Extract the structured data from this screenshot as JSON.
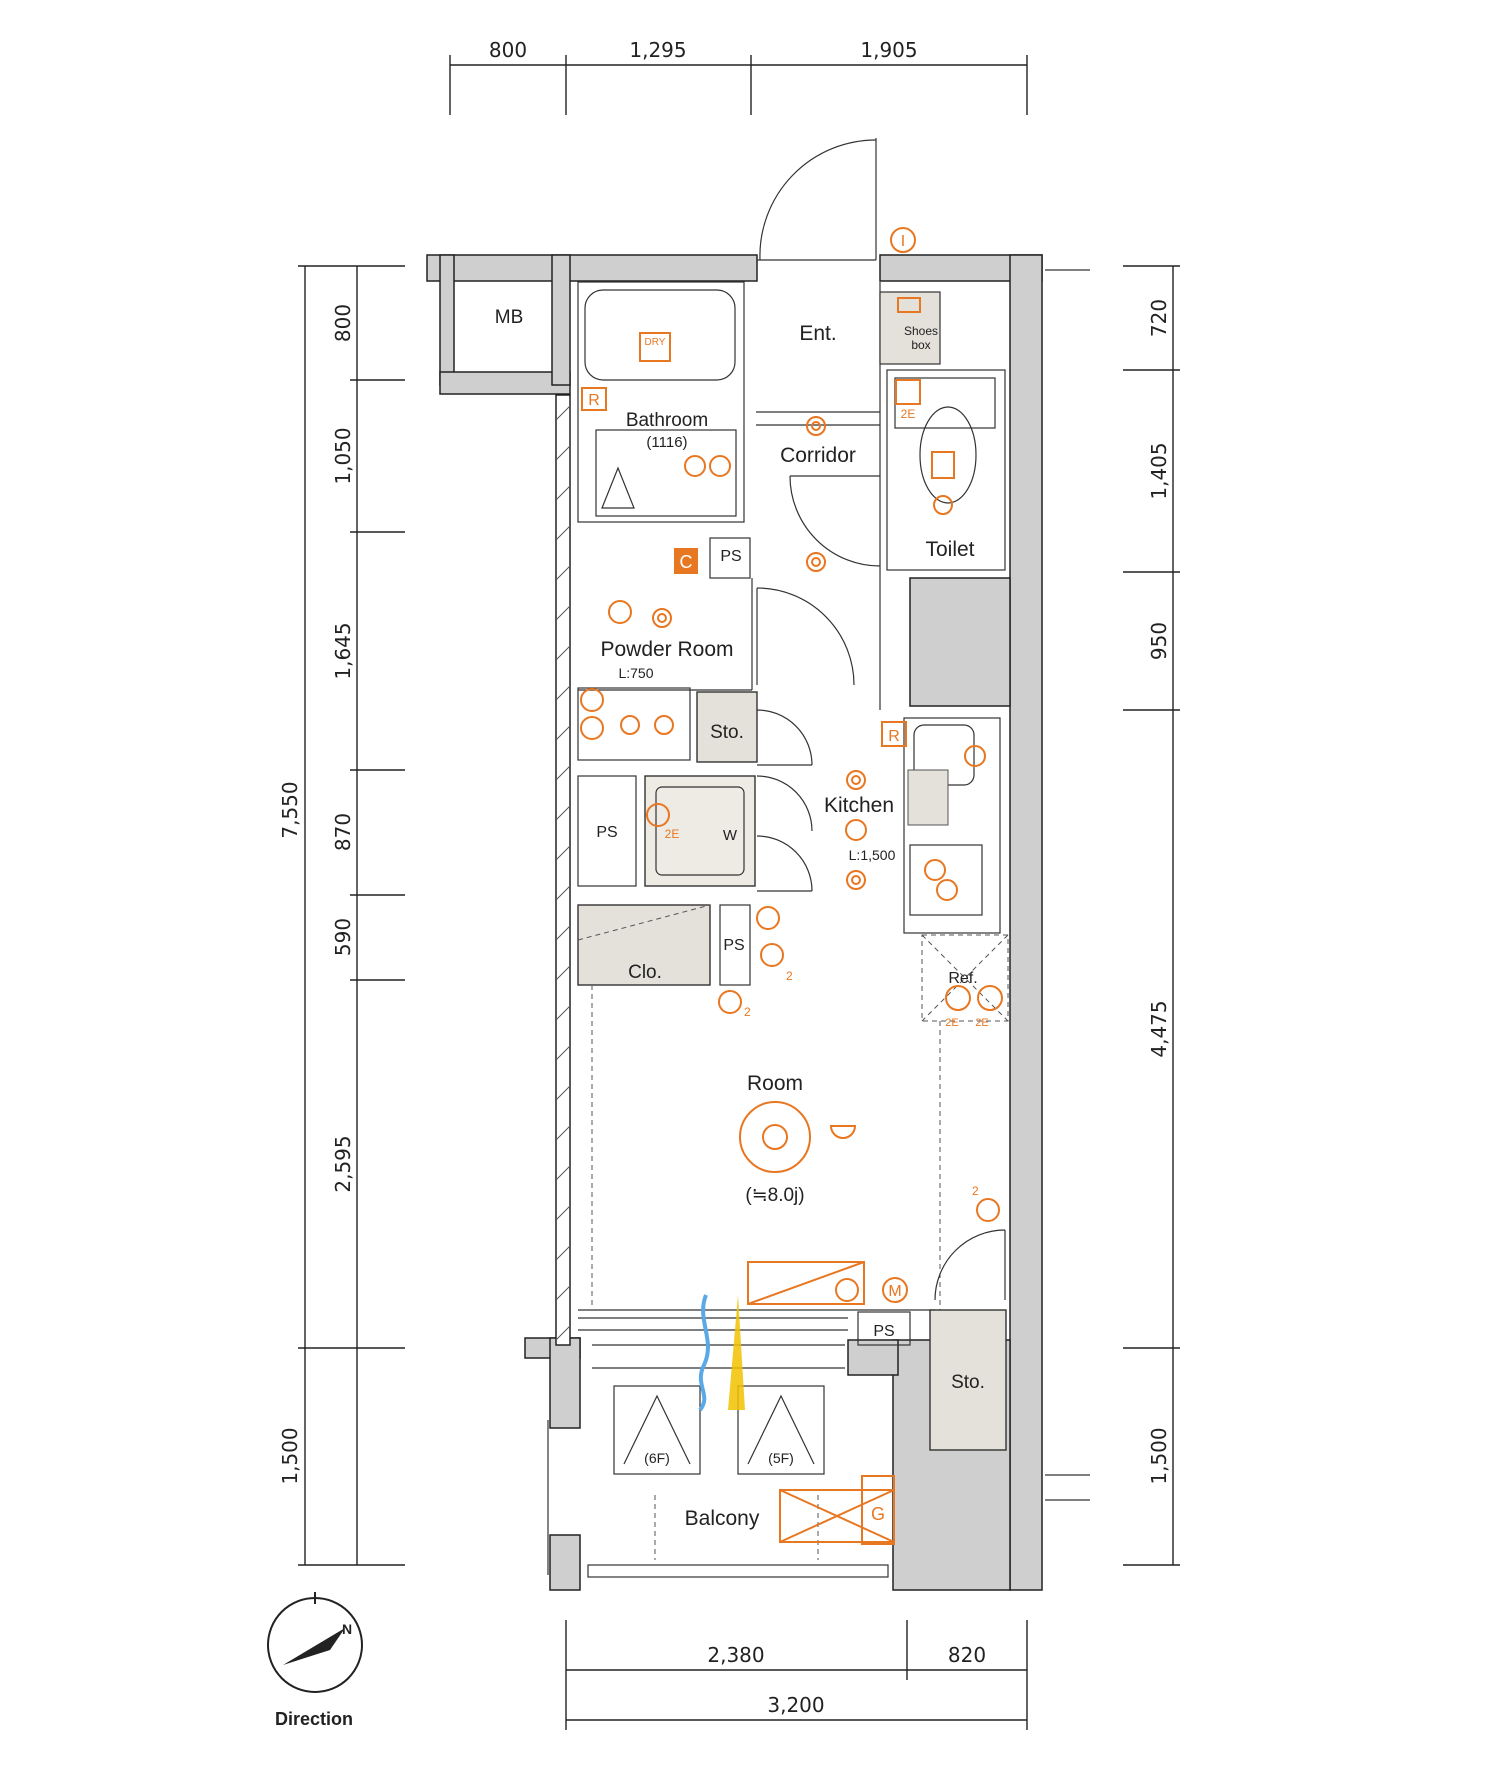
{
  "dimensions": {
    "top": [
      "800",
      "1,295",
      "1,905"
    ],
    "left_total": "7,550",
    "left": [
      "800",
      "1,050",
      "1,645",
      "870",
      "590",
      "2,595",
      "1,500"
    ],
    "right": [
      "720",
      "1,405",
      "950",
      "4,475",
      "1,500"
    ],
    "bottom": [
      "2,380",
      "820"
    ],
    "bottom_total": "3,200"
  },
  "rooms": {
    "mb": "MB",
    "entrance": "Ent.",
    "shoes_box": "Shoes\nbox",
    "bathroom": "Bathroom",
    "bathroom_size": "(1116)",
    "corridor": "Corridor",
    "toilet": "Toilet",
    "powder_room": "Powder Room",
    "powder_room_note": "L:750",
    "storage_1": "Sto.",
    "kitchen": "Kitchen",
    "kitchen_note": "L:1,500",
    "ps_1": "PS",
    "ps_2": "PS",
    "ps_3": "PS",
    "ps_4": "PS",
    "washer": "W",
    "closet": "Clo.",
    "refrigerator": "Ref.",
    "room": "Room",
    "room_size": "(≒8.0j)",
    "storage_2": "Sto.",
    "balcony": "Balcony",
    "floor_6": "(6F)",
    "floor_5": "(5F)"
  },
  "equipment_symbols": {
    "dry": "DRY",
    "c": "C",
    "r_bath": "R",
    "r_kitchen": "R",
    "i": "I",
    "m": "M",
    "g": "G",
    "e2_toilet": "2E",
    "e2_washer": "2E",
    "e2_ref_a": "2E",
    "e2_ref_b": "2E",
    "two_a": "2",
    "two_b": "2",
    "two_c": "2"
  },
  "compass": {
    "label": "Direction",
    "north": "N"
  },
  "colors": {
    "accent": "#e87722",
    "wall": "#cfcfcf",
    "line": "#222222",
    "air": "#5aa9e6",
    "light": "#f2c200"
  }
}
